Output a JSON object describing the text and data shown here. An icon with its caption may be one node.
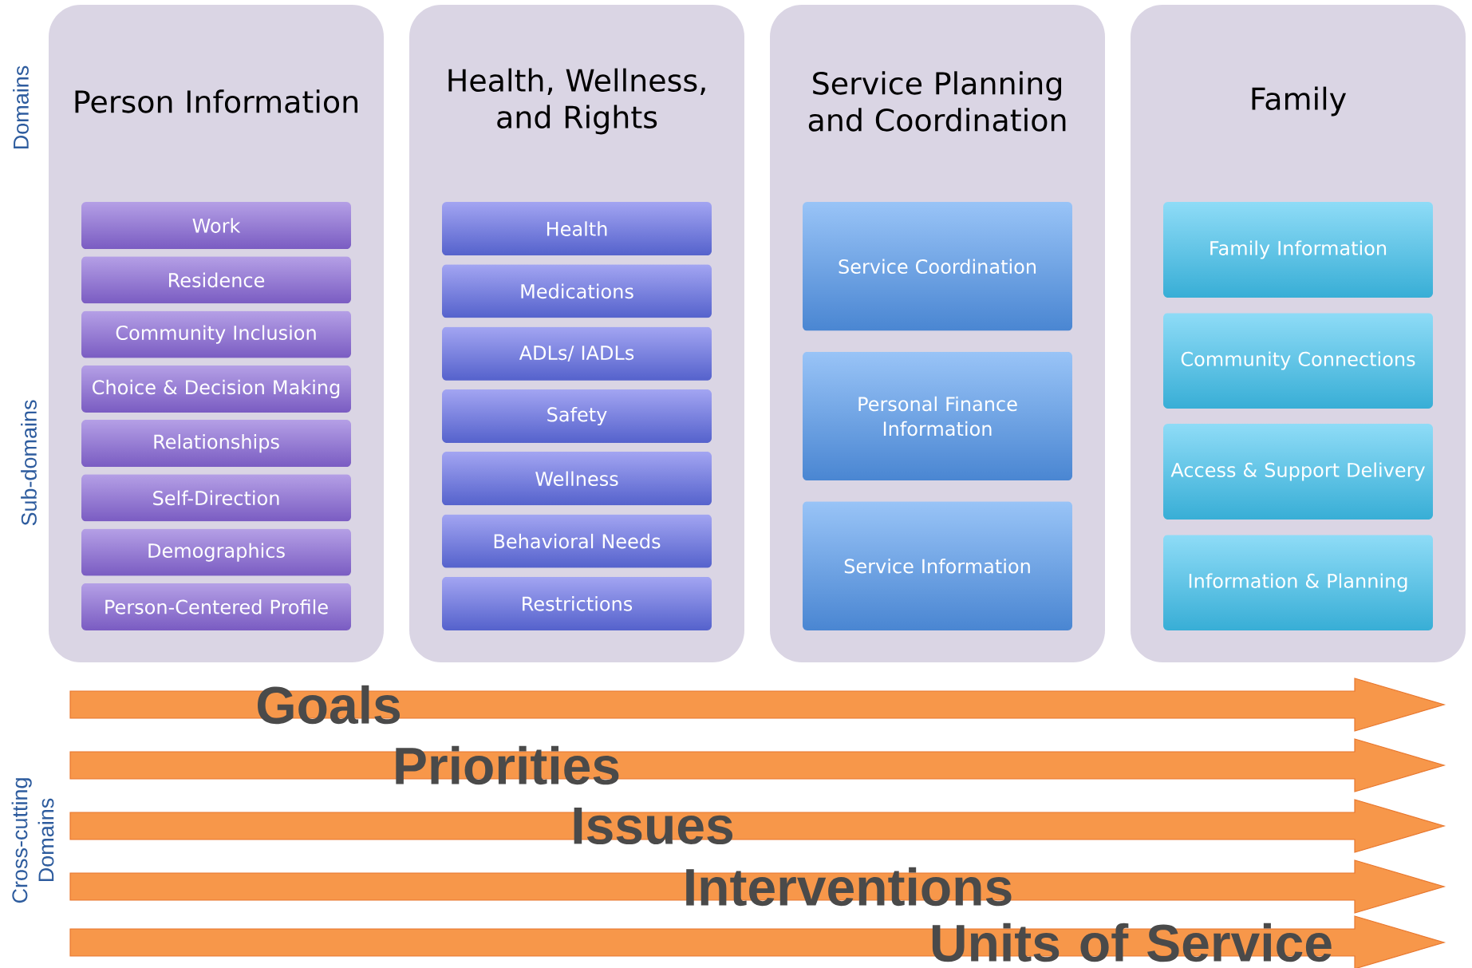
{
  "diagram": {
    "nodes": [
      {
        "text": [
          "Person Information"
        ]
      },
      {
        "text": [
          "Work"
        ],
        "in": 0
      },
      {
        "text": [
          "Residence"
        ],
        "in": 0
      },
      {
        "text": [
          "Community Inclusion"
        ],
        "in": 0
      },
      {
        "text": [
          "Choice & Decision Making"
        ],
        "in": 0
      },
      {
        "text": [
          "Relationships"
        ],
        "in": 0
      },
      {
        "text": [
          "Self-Direction"
        ],
        "in": 0
      },
      {
        "text": [
          "Demographics"
        ],
        "in": 0
      },
      {
        "text": [
          "Person-Centered Profile"
        ],
        "in": 0
      },
      {
        "text": [
          "Health, Wellness, and Rights"
        ]
      },
      {
        "text": [
          "Health"
        ],
        "in": 9
      },
      {
        "text": [
          "Medications"
        ],
        "in": 9
      },
      {
        "text": [
          "ADLs/ IADLs"
        ],
        "in": 9
      },
      {
        "text": [
          "Safety"
        ],
        "in": 9
      },
      {
        "text": [
          "Wellness"
        ],
        "in": 9
      },
      {
        "text": [
          "Behavioral Needs"
        ],
        "in": 9
      },
      {
        "text": [
          "Restrictions"
        ],
        "in": 9
      },
      {
        "text": [
          "Service Planning and Coordination"
        ]
      },
      {
        "text": [
          "Service Coordination"
        ],
        "in": 17
      },
      {
        "text": [
          "Personal Finance Information"
        ],
        "in": 17
      },
      {
        "text": [
          "Service Information"
        ],
        "in": 17
      },
      {
        "text": [
          "Family"
        ]
      },
      {
        "text": [
          "Family Information"
        ],
        "in": 21
      },
      {
        "text": [
          "Community Connections"
        ],
        "in": 21
      },
      {
        "text": [
          "Access & Support Delivery"
        ],
        "in": 21
      },
      {
        "text": [
          "Information & Planning"
        ],
        "in": 21
      },
      {
        "text": [
          "Goals"
        ]
      },
      {
        "text": [
          "Priorities"
        ]
      },
      {
        "text": [
          "Issues"
        ]
      },
      {
        "text": [
          "Interventions"
        ]
      },
      {
        "text": [
          "Units of Service"
        ]
      }
    ],
    "labels": [
      "Domains",
      "Sub-domains",
      "Cross-cutting Domains"
    ]
  }
}
